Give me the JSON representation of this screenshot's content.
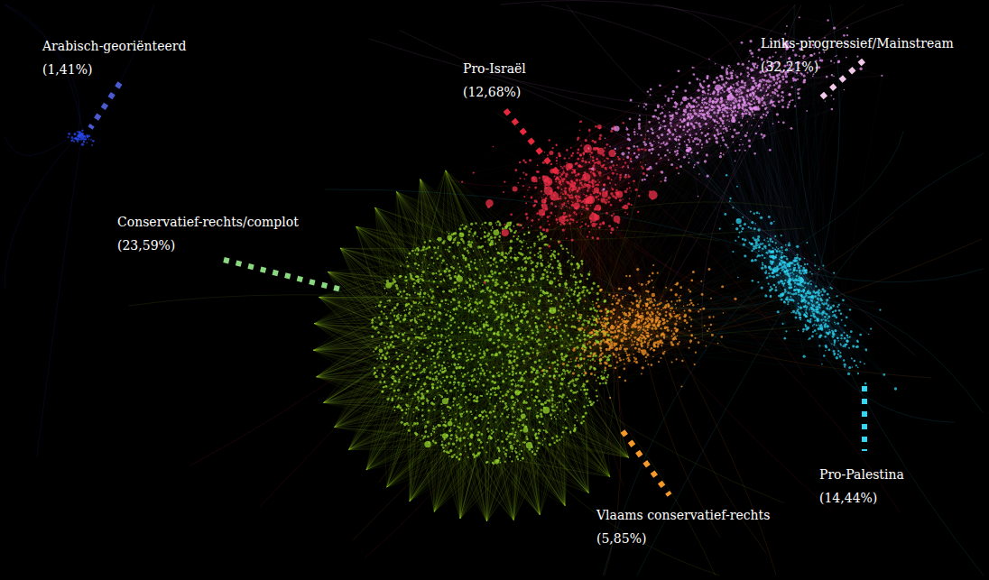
{
  "diagram": {
    "labels": [
      "Arabisch-georiënteerd (1,41%)",
      "Pro-Israël (12,68%)",
      "Links-progressief/Mainstream (32,21%)",
      "Conservatief-rechts/complot (23,59%)",
      "Pro-Palestina (14,44%)",
      "Vlaams conservatief-rechts (5,85%)"
    ]
  }
}
